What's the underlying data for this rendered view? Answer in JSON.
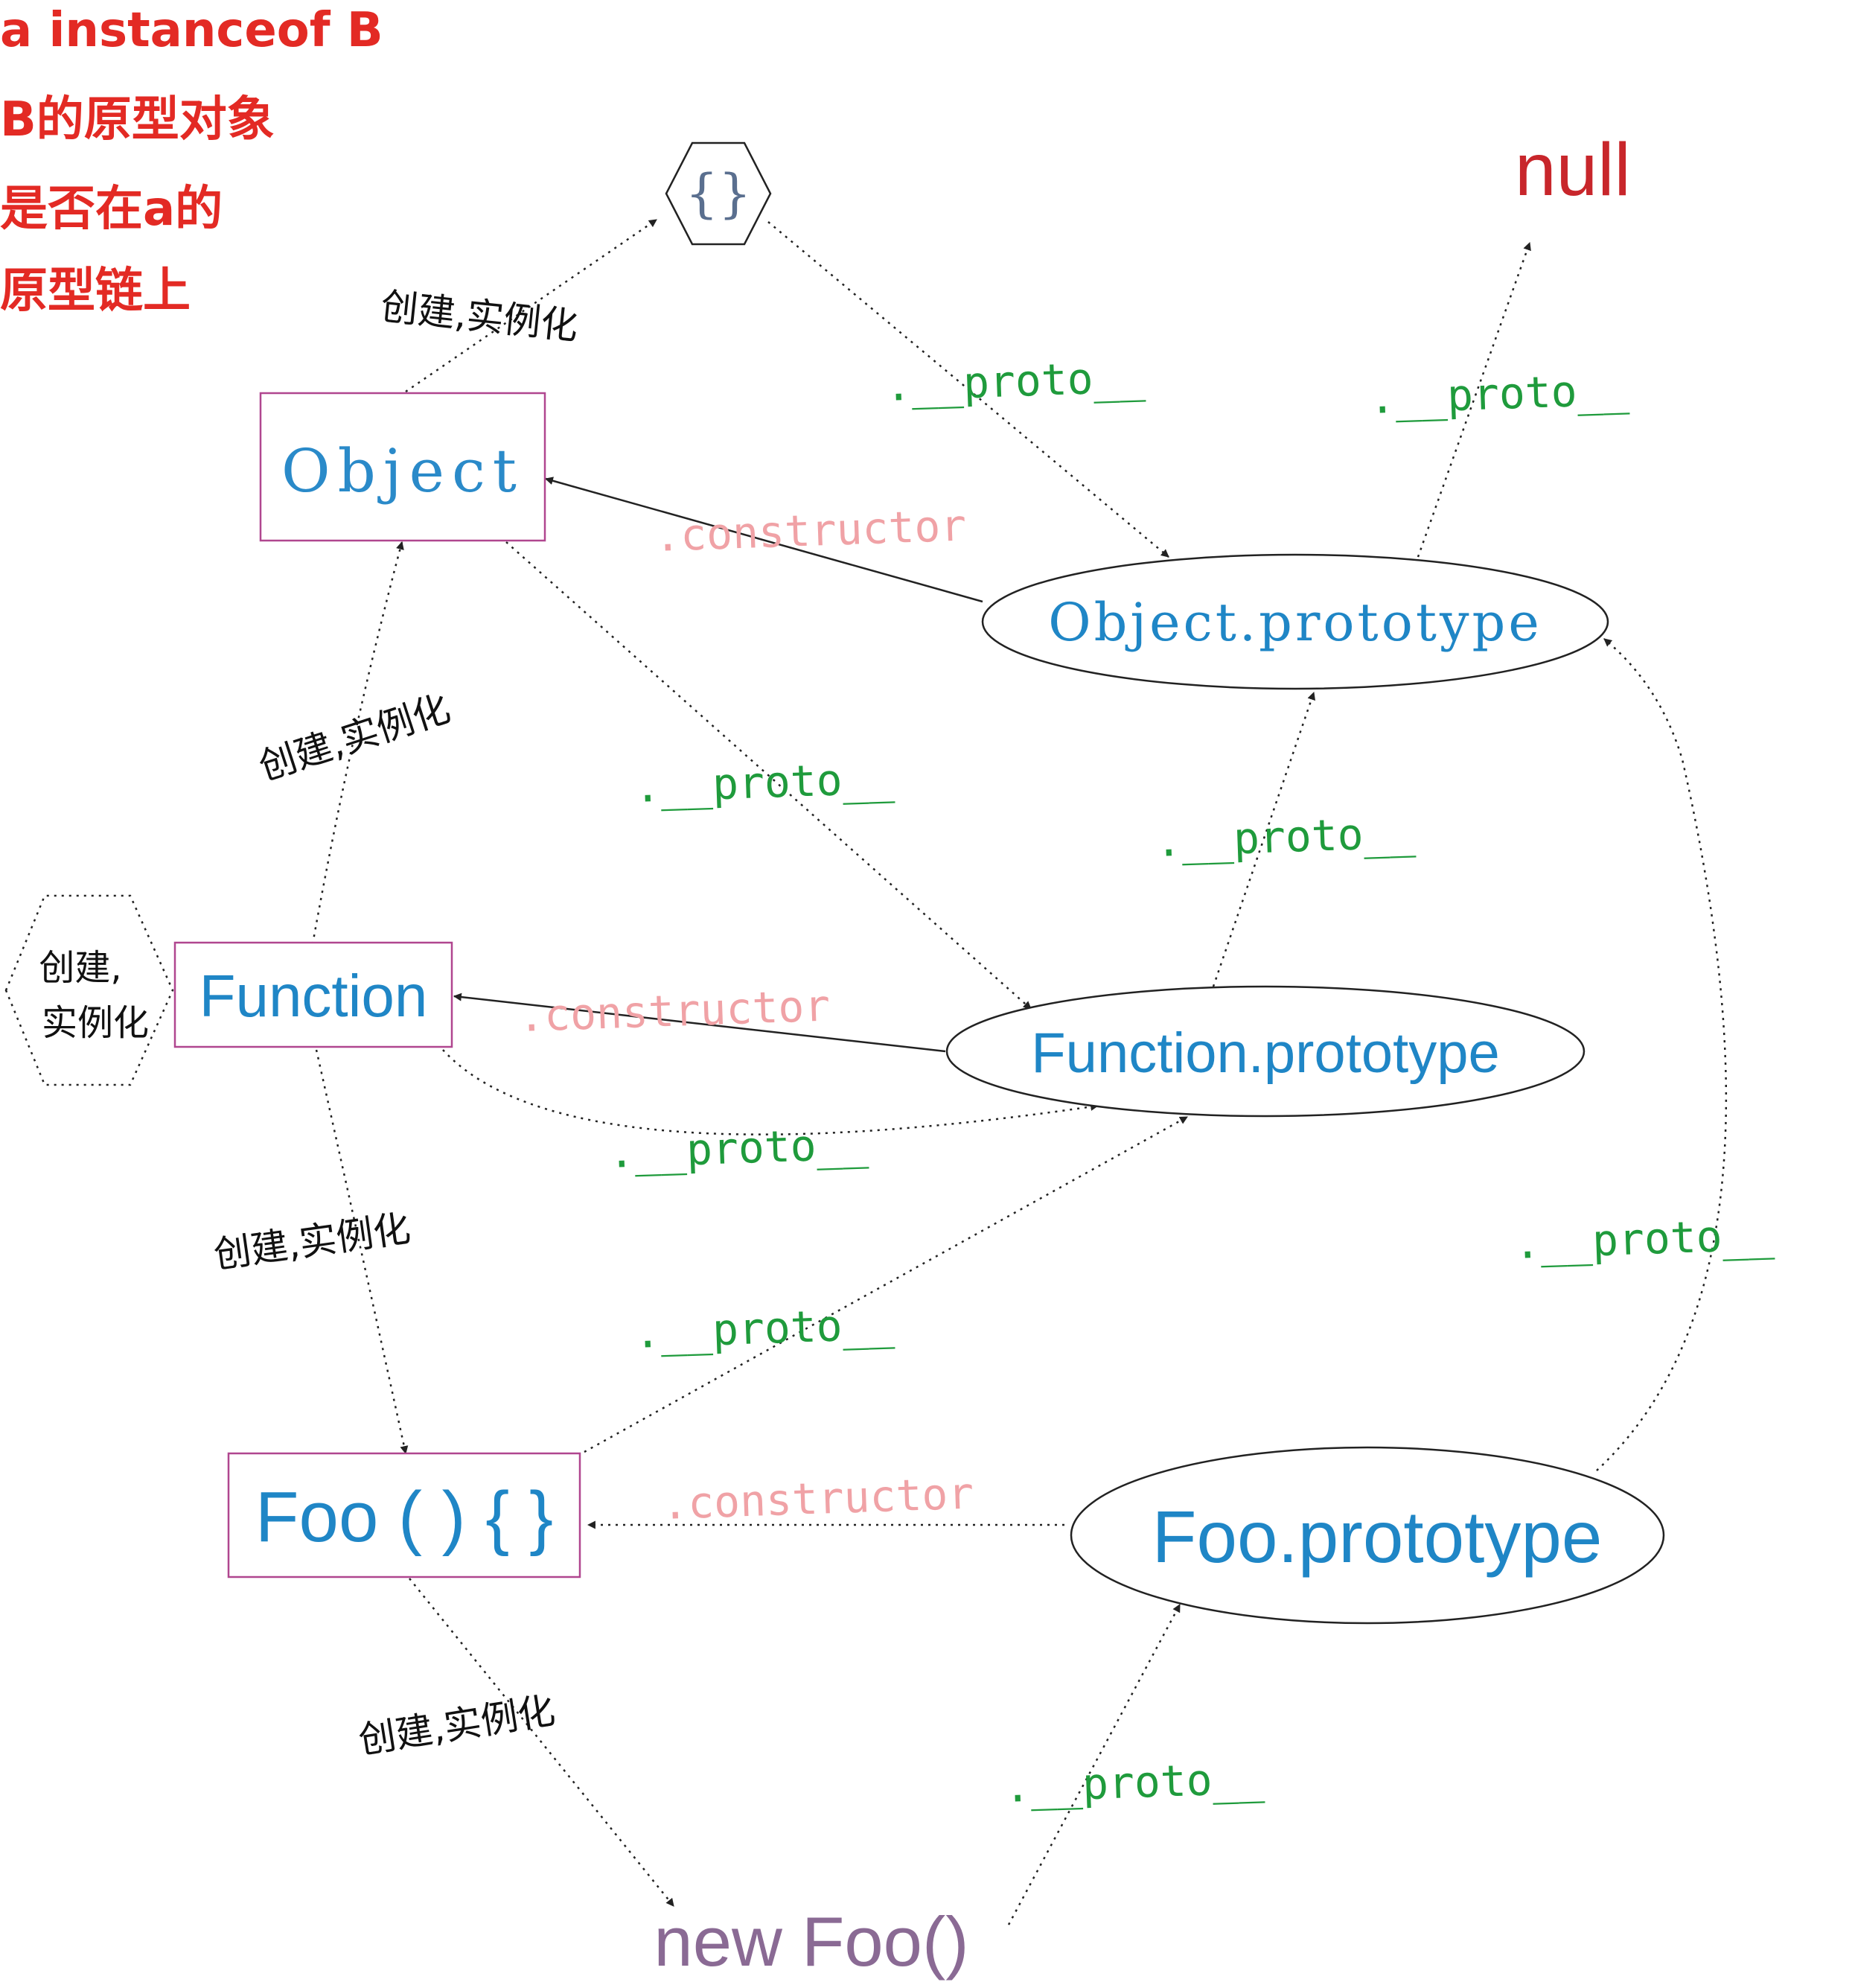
{
  "title_note": {
    "lines": [
      "a instanceof B",
      "B的原型对象",
      "是否在a的",
      "原型链上"
    ],
    "color": "#e32a24"
  },
  "nodes": {
    "object_literal": {
      "label": "{}",
      "color": "#5a6f8f"
    },
    "null": {
      "label": "null",
      "color": "#c8262b"
    },
    "object": {
      "label": "Object",
      "color": "#2a8ac9"
    },
    "object_prototype": {
      "label": "Object.prototype",
      "color": "#1f86c6"
    },
    "function": {
      "label": "Function",
      "color": "#1f86c6"
    },
    "function_prototype": {
      "label": "Function.prototype",
      "color": "#1f86c6"
    },
    "self_create": {
      "line1": "创建,",
      "line2": "实例化"
    },
    "foo": {
      "label": "Foo ( ) { }",
      "color": "#1f86c6"
    },
    "foo_prototype": {
      "label": "Foo.prototype",
      "color": "#1f86c6"
    },
    "new_foo": {
      "label": "new Foo()",
      "color": "#8a6a94"
    }
  },
  "edge_labels": {
    "create": "创建,实例化",
    "proto": ".__proto__",
    "constructor": ".constructor"
  },
  "colors": {
    "proto": "#1f9b3c",
    "constructor": "#f0a2a6",
    "create": "#111111",
    "box_border": "#b0468f",
    "line": "#222222"
  }
}
